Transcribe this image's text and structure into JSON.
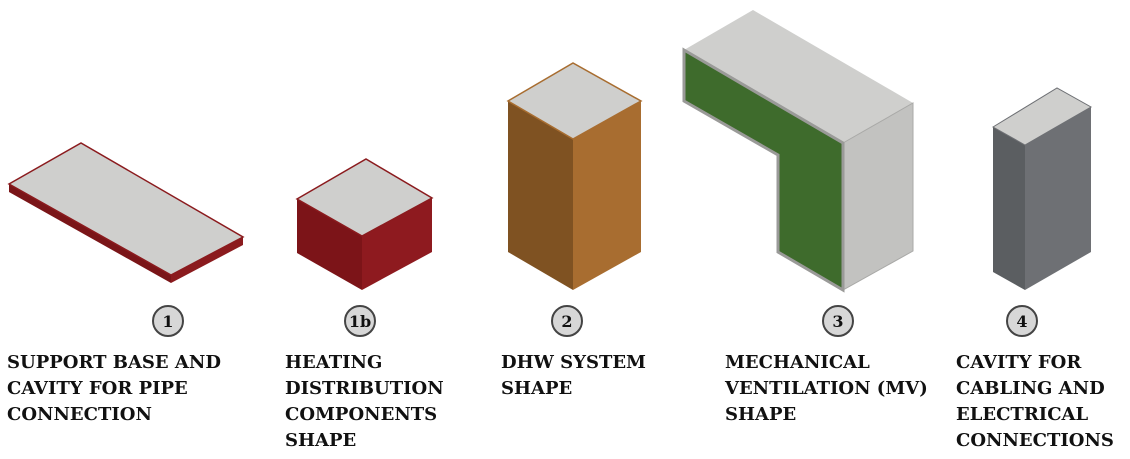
{
  "components": [
    {
      "number": "1",
      "label_lines": [
        "SUPPORT BASE AND",
        "CAVITY FOR PIPE",
        "CONNECTION"
      ],
      "colors": {
        "top": "#cfcfcd",
        "side": "#8b1b1e",
        "edge": "#7a1518"
      }
    },
    {
      "number": "1b",
      "label_lines": [
        "HEATING",
        "DISTRIBUTION",
        "COMPONENTS",
        "SHAPE"
      ],
      "colors": {
        "top": "#cfcfcd",
        "left": "#7c1418",
        "right": "#8e1a1f"
      }
    },
    {
      "number": "2",
      "label_lines": [
        "DHW SYSTEM",
        "SHAPE"
      ],
      "colors": {
        "top": "#cfcfcd",
        "left": "#7f5222",
        "right": "#a86d30"
      }
    },
    {
      "number": "3",
      "label_lines": [
        "MECHANICAL",
        "VENTILATION (MV)",
        "SHAPE"
      ],
      "colors": {
        "top": "#cfcfcd",
        "front": "#3e6b2c",
        "side": "#c2c2c0"
      }
    },
    {
      "number": "4",
      "label_lines": [
        "CAVITY FOR",
        "CABLING AND",
        "ELECTRICAL",
        "CONNECTIONS"
      ],
      "colors": {
        "top": "#cfcfcd",
        "left": "#5b5e61",
        "right": "#6e7074"
      }
    }
  ]
}
